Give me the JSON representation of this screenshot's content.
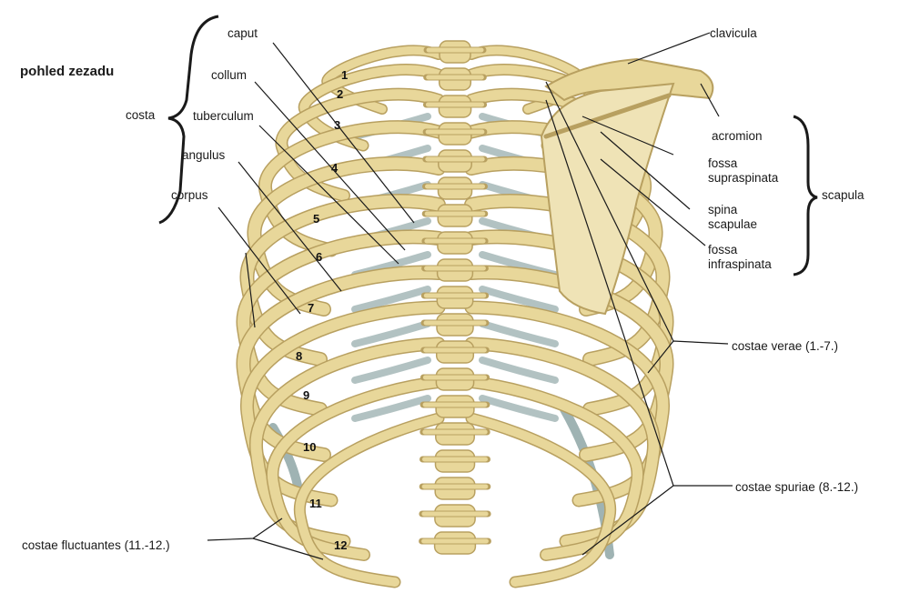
{
  "title": "pohled zezadu",
  "labels": {
    "costa": "costa",
    "caput": "caput",
    "collum": "collum",
    "tuberculum": "tuberculum",
    "angulus": "angulus",
    "corpus": "corpus",
    "clavicula": "clavicula",
    "acromion": "acromion",
    "fossa_supraspinata_1": "fossa",
    "fossa_supraspinata_2": "supraspinata",
    "spina_scapulae_1": "spina",
    "spina_scapulae_2": "scapulae",
    "fossa_infraspinata_1": "fossa",
    "fossa_infraspinata_2": "infraspinata",
    "scapula": "scapula",
    "costae_verae": "costae verae (1.-7.)",
    "costae_spuriae": "costae spuriae (8.-12.)",
    "costae_fluctuantes": "costae fluctuantes (11.-12.)"
  },
  "rib_numbers": [
    "1",
    "2",
    "3",
    "4",
    "5",
    "6",
    "7",
    "8",
    "9",
    "10",
    "11",
    "12"
  ],
  "colors": {
    "bone": "#e8d79a",
    "bone_dark": "#b8a060",
    "cartilage": "#9fb3b3",
    "line": "#1a1a1a"
  }
}
